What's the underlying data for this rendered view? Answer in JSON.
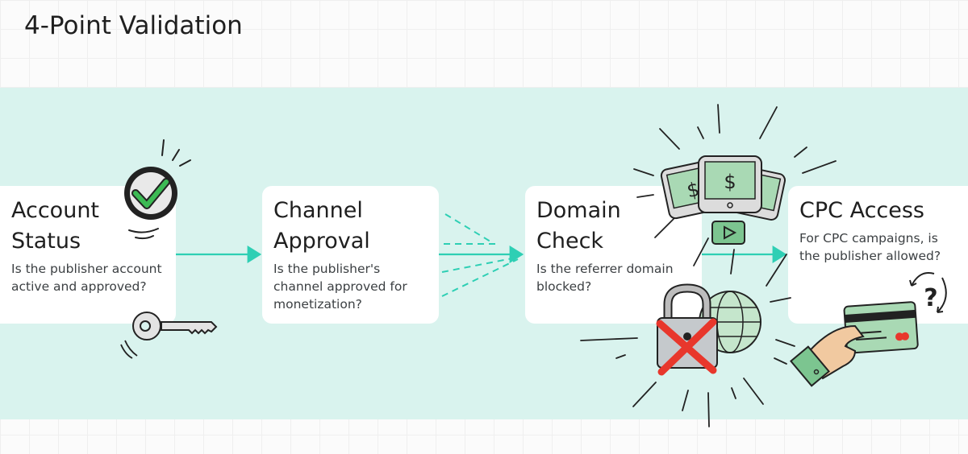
{
  "page": {
    "title": "4-Point Validation"
  },
  "steps": [
    {
      "title_line1": "Account",
      "title_line2": "Status",
      "question": "Is the publisher account active and approved?",
      "icons": [
        "checkmark-badge-icon",
        "key-icon"
      ]
    },
    {
      "title_line1": "Channel",
      "title_line2": "Approval",
      "question": "Is the publisher's channel approved for monetization?",
      "icons": []
    },
    {
      "title_line1": "Domain",
      "title_line2": "Check",
      "question": "Is the referrer domain blocked?",
      "icons": [
        "money-tablets-icon",
        "video-play-icon",
        "blocked-lock-icon",
        "globe-icon"
      ]
    },
    {
      "title_line1": "CPC Access",
      "title_line2": "",
      "question": "For CPC campaigns, is the publisher allowed?",
      "icons": [
        "credit-card-hand-icon",
        "question-cycle-icon"
      ]
    }
  ],
  "colors": {
    "band": "#d9f3ee",
    "arrow": "#2ecfb4",
    "check_green": "#3cba54",
    "cross_red": "#e8372c",
    "illustration_green": "#a9d9b4"
  },
  "illustration_text": {
    "dollar": "$",
    "question": "?"
  }
}
